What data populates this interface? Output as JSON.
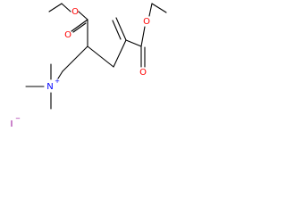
{
  "molecule": {
    "atoms": {
      "ester1_carbonyl_o": "O",
      "ester1_ether_o": "O",
      "ester2_carbonyl_o": "O",
      "ester2_ether_o": "O",
      "ammonium_n": "N",
      "ammonium_charge": "+",
      "iodide": "I",
      "iodide_charge": "−"
    },
    "colors": {
      "bond": "#000000",
      "oxygen": "#ff0000",
      "nitrogen": "#0000ff",
      "iodine": "#940094"
    }
  }
}
